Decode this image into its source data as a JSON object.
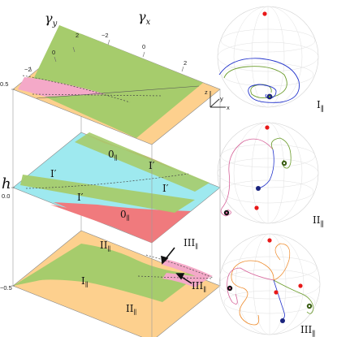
{
  "axes": {
    "gamma_y": "γ",
    "gamma_y_sub": "y",
    "gamma_x": "γ",
    "gamma_x_sub": "x",
    "h": "h",
    "top_ticks": [
      "−2",
      "0",
      "2",
      "−2",
      "0",
      "2"
    ],
    "h_ticks": [
      "0.5",
      "0.0",
      "−0.5"
    ]
  },
  "planes": {
    "top": {},
    "middle": {
      "label_0_upper": "0",
      "label_0_lower": "0",
      "label_I_prime": [
        "I′",
        "I′",
        "I′",
        "I′"
      ]
    },
    "bottom": {
      "label_II_upper": "II",
      "label_II_lower": "II",
      "label_I": "I",
      "label_III_upper": "III",
      "label_III_right": "III"
    }
  },
  "subscript": "∥",
  "spheres": {
    "coord_labels": [
      "z",
      "y",
      "x"
    ],
    "labels": [
      "I",
      "II",
      "III"
    ]
  },
  "colors": {
    "orange": "#fdd08e",
    "green": "#a6cc6c",
    "pink": "#f4a9c8",
    "red": "#f07a7d",
    "cyan": "#9ee9ef",
    "blue_traj": "#2233cc",
    "green_traj": "#6b9c2b",
    "pink_traj": "#d7659b",
    "orange_traj": "#ee8a2a",
    "red_dot": "#e81818"
  }
}
